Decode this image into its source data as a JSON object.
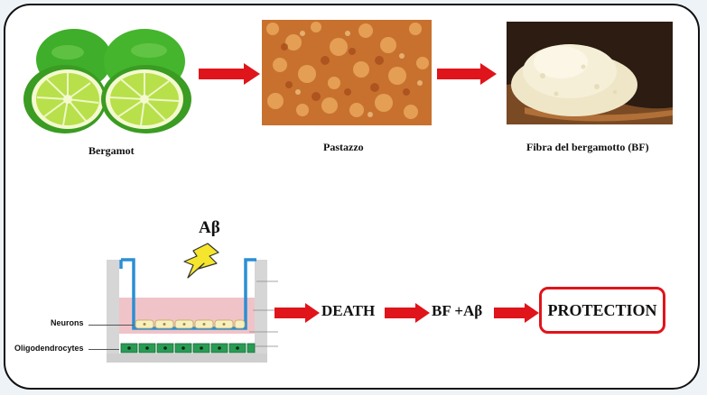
{
  "top_row": {
    "bergamot_label": "Bergamot",
    "pastazzo_label": "Pastazzo",
    "fiber_label": "Fibra del bergamotto (BF)"
  },
  "bottom_row": {
    "toxin_label": "Aβ",
    "neurons_label": "Neurons",
    "oligo_label": "Oligodendrocytes",
    "death_label": "DEATH",
    "treatment_label": "BF +Aβ",
    "protection_label": "PROTECTION"
  },
  "colors": {
    "arrow_red": "#e0141b",
    "lightning_yellow": "#f5e52c",
    "medium_pink": "#f0c3c8",
    "insert_blue": "#2b8fd4",
    "neuron_fill": "#f6efc2",
    "oligo_green": "#2a9b55",
    "protection_border": "#e0141b"
  },
  "icons": {
    "bergamot": "bergamot-fruit-icon",
    "pastazzo": "pastazzo-pulp-icon",
    "fiber": "fiber-powder-spoon-icon",
    "lightning": "lightning-bolt-icon",
    "culture": "transwell-coculture-icon"
  }
}
